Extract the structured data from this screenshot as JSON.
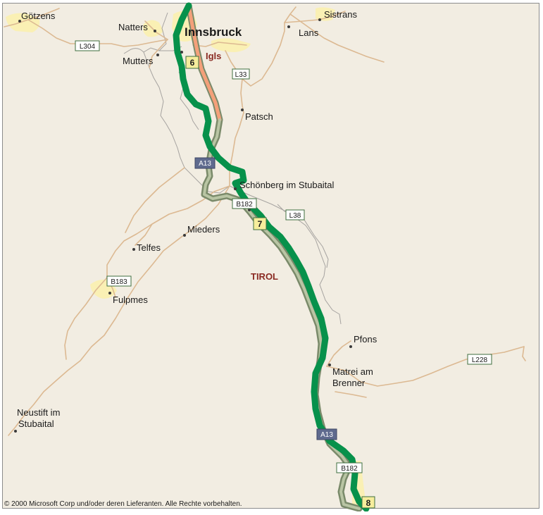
{
  "map": {
    "colors": {
      "land": "#f2ede2",
      "urban": "#faf0b4",
      "border": "#a6a3a0",
      "road": "#dcb992",
      "motorway_orange": "#f4a07a",
      "motorway_gray": "#b9c5a4",
      "route_green": "#07914b",
      "region_label": "#8a2a22"
    },
    "city_labels": [
      {
        "id": "innsbruck",
        "name": "Innsbruck"
      }
    ],
    "place_labels": [
      {
        "id": "gotzens",
        "name": "Götzens"
      },
      {
        "id": "natters",
        "name": "Natters"
      },
      {
        "id": "sistrans",
        "name": "Sistrans"
      },
      {
        "id": "lans",
        "name": "Lans"
      },
      {
        "id": "mutters",
        "name": "Mutters"
      },
      {
        "id": "patsch",
        "name": "Patsch"
      },
      {
        "id": "schonberg",
        "name": "Schönberg im Stubaital"
      },
      {
        "id": "mieders",
        "name": "Mieders"
      },
      {
        "id": "telfes",
        "name": "Telfes"
      },
      {
        "id": "fulpmes",
        "name": "Fulpmes"
      },
      {
        "id": "pfons",
        "name": "Pfons"
      },
      {
        "id": "matrei1",
        "name": "Matrei am"
      },
      {
        "id": "matrei2",
        "name": "Brenner"
      },
      {
        "id": "neustift1",
        "name": "Neustift im"
      },
      {
        "id": "neustift2",
        "name": "Stubaital"
      }
    ],
    "highlight_labels": [
      {
        "id": "igls",
        "name": "Igls"
      },
      {
        "id": "tirol",
        "name": "TIROL"
      }
    ],
    "road_shields": [
      {
        "id": "l304",
        "label": "L304",
        "kind": "local"
      },
      {
        "id": "l33",
        "label": "L33",
        "kind": "local"
      },
      {
        "id": "l38",
        "label": "L38",
        "kind": "local"
      },
      {
        "id": "l228",
        "label": "L228",
        "kind": "local"
      },
      {
        "id": "b182a",
        "label": "B182",
        "kind": "local"
      },
      {
        "id": "b182b",
        "label": "B182",
        "kind": "local"
      },
      {
        "id": "b183",
        "label": "B183",
        "kind": "local"
      },
      {
        "id": "a13a",
        "label": "A13",
        "kind": "motorway"
      },
      {
        "id": "a13b",
        "label": "A13",
        "kind": "motorway"
      }
    ],
    "exit_markers": [
      {
        "id": "exit6",
        "label": "6"
      },
      {
        "id": "exit7",
        "label": "7"
      },
      {
        "id": "exit8",
        "label": "8"
      }
    ],
    "copyright": "© 2000 Microsoft Corp und/oder deren Lieferanten. Alle Rechte vorbehalten."
  }
}
